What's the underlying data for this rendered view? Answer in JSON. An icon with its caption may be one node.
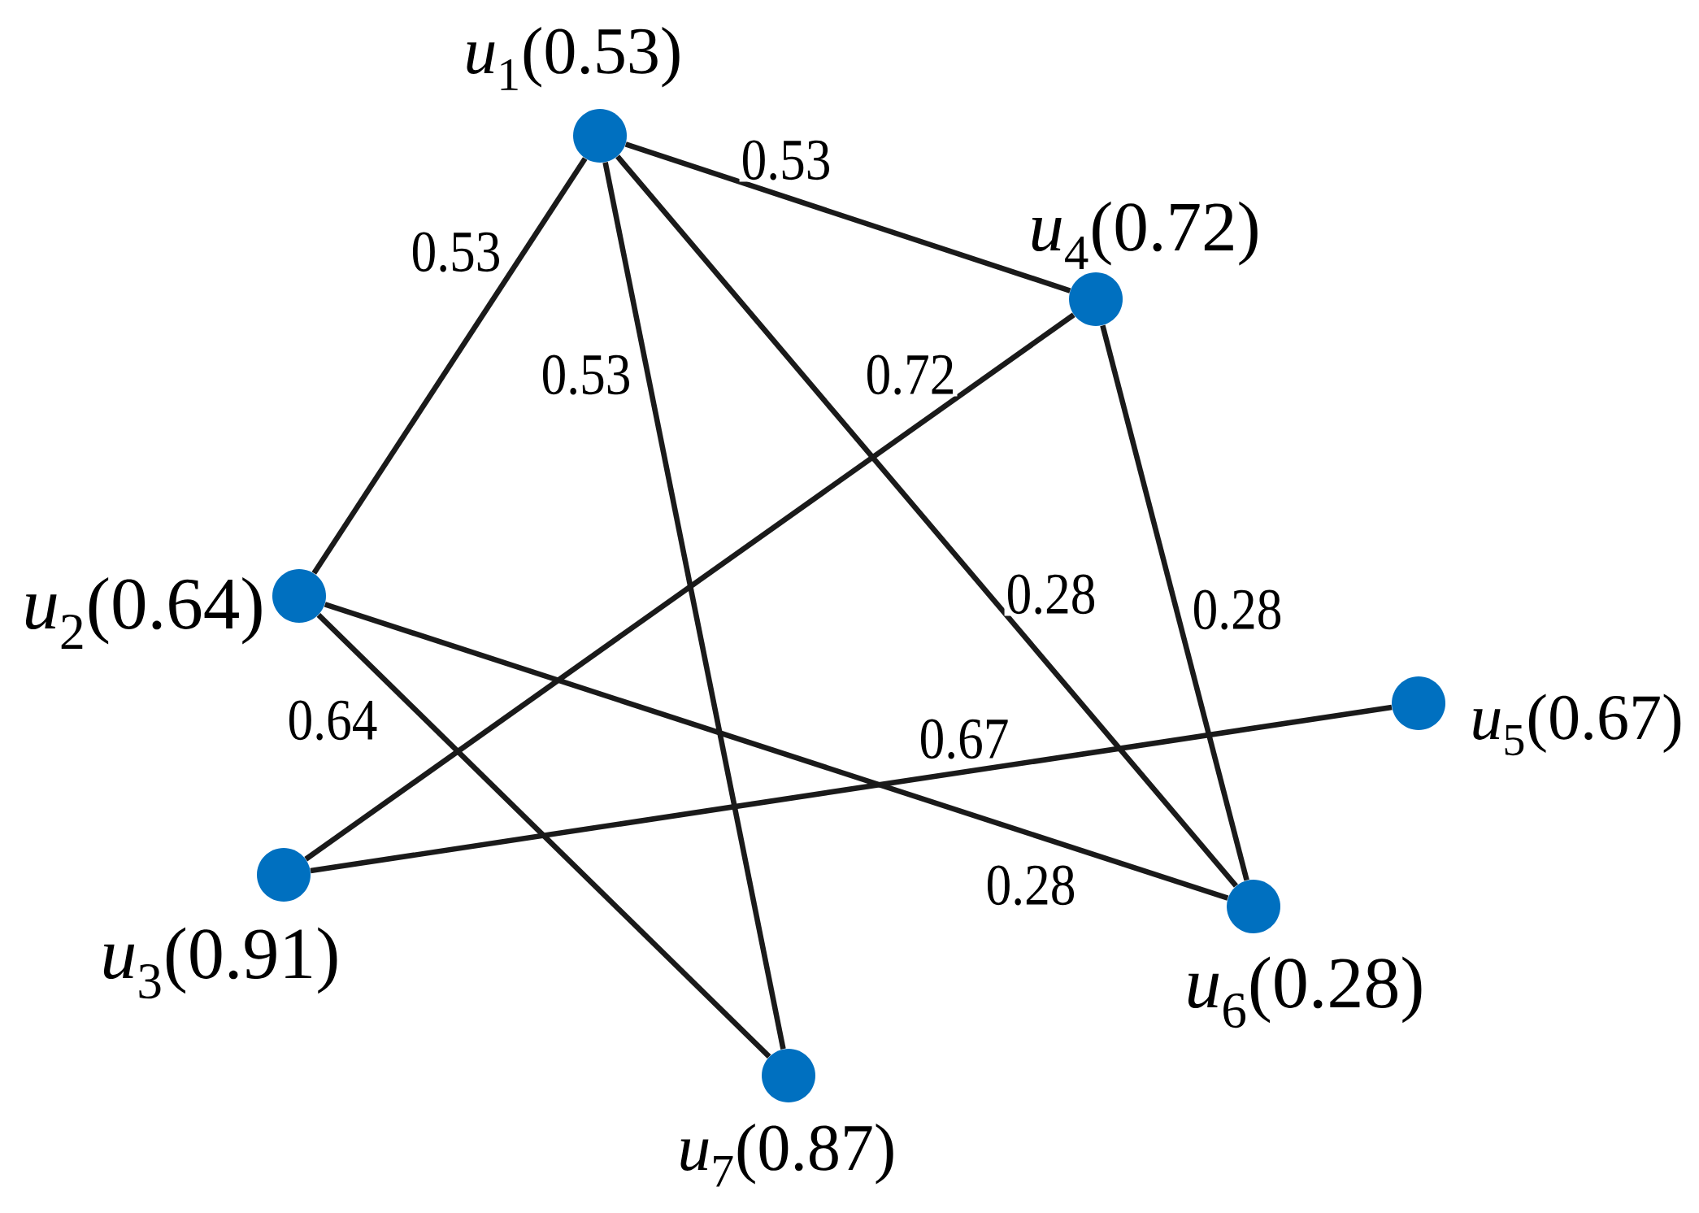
{
  "diagram": {
    "nodes": [
      {
        "text": [],
        "shape": "circle",
        "beside": [
          "*u*$_{1}$(0.53)"
        ]
      },
      {
        "text": [],
        "shape": "circle",
        "beside": [
          "*u*$_{4}$(0.72)"
        ]
      },
      {
        "text": [],
        "shape": "circle",
        "beside": [
          "*u*$_{2}$(0.64)"
        ]
      },
      {
        "text": [],
        "shape": "circle",
        "beside": [
          "*u*$_{5}$(0.67)"
        ]
      },
      {
        "text": [],
        "shape": "circle",
        "beside": [
          "*u*$_{3}$(0.91)"
        ]
      },
      {
        "text": [],
        "shape": "circle",
        "beside": [
          "*u*$_{6}$(0.28)"
        ]
      },
      {
        "text": [],
        "shape": "circle",
        "beside": [
          "*u*$_{7}$(0.87)"
        ]
      }
    ],
    "edges": [
      {
        "from": 0,
        "to": 2,
        "arrow": "none",
        "label": "0.53"
      },
      {
        "from": 0,
        "to": 1,
        "arrow": "none",
        "label": "0.53"
      },
      {
        "from": 0,
        "to": 6,
        "arrow": "none",
        "label": "0.53"
      },
      {
        "from": 0,
        "to": 5,
        "arrow": "none",
        "label": "0.28"
      },
      {
        "from": 1,
        "to": 4,
        "arrow": "none",
        "label": "0.72"
      },
      {
        "from": 1,
        "to": 5,
        "arrow": "none",
        "label": "0.28"
      },
      {
        "from": 2,
        "to": 5,
        "arrow": "none",
        "label": "0.28"
      },
      {
        "from": 2,
        "to": 6,
        "arrow": "none",
        "label": "0.64"
      },
      {
        "from": 4,
        "to": 3,
        "arrow": "none",
        "label": "0.67"
      }
    ]
  }
}
